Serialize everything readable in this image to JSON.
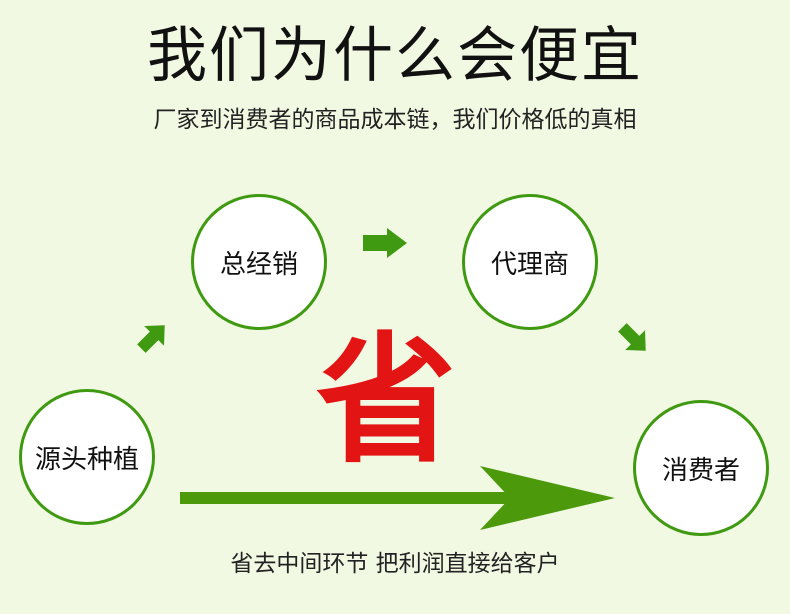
{
  "header": {
    "title": "我们为什么会便宜",
    "subtitle": "厂家到消费者的商品成本链，我们价格低的真相"
  },
  "nodes": {
    "source": "源头种植",
    "distributor": "总经销",
    "agent": "代理商",
    "consumer": "消费者"
  },
  "center_mark": "省",
  "footer": "省去中间环节 把利润直接给客户",
  "colors": {
    "background": "#f1f9e3",
    "circle_border": "#3f9a12",
    "arrow_green": "#3f9a12",
    "big_arrow_green": "#4c9a0c",
    "accent_red": "#e21414"
  }
}
